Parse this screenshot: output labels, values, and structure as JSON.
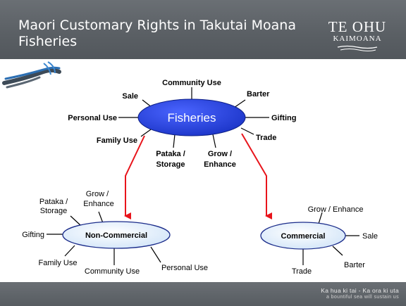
{
  "slide": {
    "title": "Maori Customary Rights in Takutai Moana Fisheries",
    "logo": {
      "main": "TE OHU",
      "sub": "KAIMOANA"
    },
    "footer": {
      "motto_line1": "Ka hua ki tai - Ka ora ki uta",
      "motto_line2": "a bountiful sea will sustain us"
    }
  },
  "diagram": {
    "hub": {
      "label": "Fisheries",
      "spokes": [
        "Community Use",
        "Sale",
        "Barter",
        "Personal Use",
        "Gifting",
        "Family Use",
        "Trade",
        "Pataka /",
        "Storage",
        "Grow /",
        "Enhance"
      ]
    },
    "non_commercial": {
      "label": "Non-Commercial",
      "spokes": [
        "Pataka /",
        "Storage",
        "Grow /",
        "Enhance",
        "Gifting",
        "Family Use",
        "Community Use",
        "Personal Use"
      ]
    },
    "commercial": {
      "label": "Commercial",
      "spokes": [
        "Grow / Enhance",
        "Sale",
        "Barter",
        "Trade"
      ]
    },
    "colors": {
      "hub_fill": "#1c35c8",
      "arrow": "#e8141b",
      "sub_fill": "#dfeefb"
    }
  }
}
